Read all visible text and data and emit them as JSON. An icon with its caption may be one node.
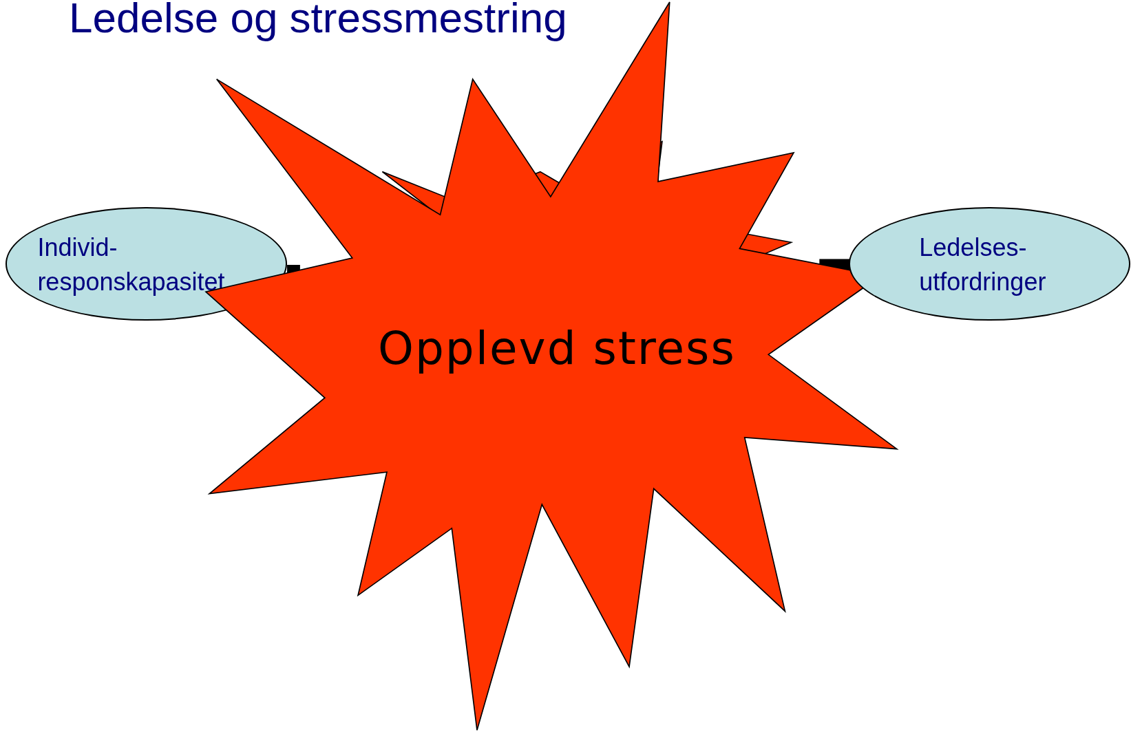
{
  "diagram": {
    "title": "Ledelse og stressmestring",
    "nodes": [
      {
        "text": [
          "Individ- responskapasitet"
        ]
      },
      {
        "text": [
          "Opplevd stress"
        ]
      },
      {
        "text": [
          "Ledelses- utfordringer"
        ]
      }
    ],
    "edges": [
      {
        "from": 0,
        "to": 1,
        "arrow": "none"
      },
      {
        "from": 2,
        "to": 1,
        "arrow": "none"
      }
    ]
  }
}
